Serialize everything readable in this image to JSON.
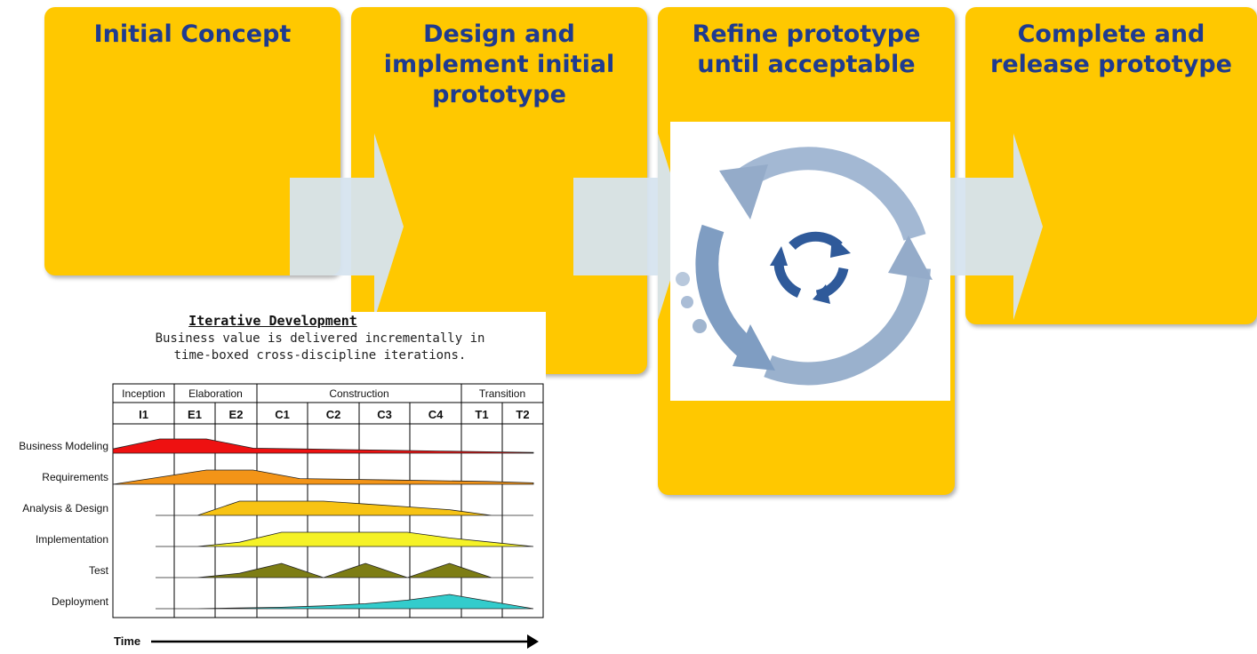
{
  "steps": [
    {
      "title": "Initial Concept"
    },
    {
      "title": "Design and\nimplement initial\nprototype"
    },
    {
      "title": "Refine prototype\nuntil acceptable"
    },
    {
      "title": "Complete and\nrelease prototype"
    }
  ],
  "colors": {
    "card": "#ffc800",
    "title": "#1f3b8f",
    "arrow": "#d6e4ef",
    "cycle_outer": "#8fa7c6",
    "cycle_inner": "#2f5a9a"
  },
  "iterative": {
    "title": "Iterative Development",
    "subtitle": "Business value is delivered incrementally in\ntime-boxed cross-discipline iterations.",
    "phases": [
      "Inception",
      "Elaboration",
      "Construction",
      "Transition"
    ],
    "iterations": [
      "I1",
      "E1",
      "E2",
      "C1",
      "C2",
      "C3",
      "C4",
      "T1",
      "T2"
    ],
    "disciplines": [
      {
        "name": "Business Modeling",
        "color": "#ee1111",
        "levels": [
          0.3,
          1.0,
          1.0,
          0.35,
          0.3,
          0.25,
          0.2,
          0.15,
          0.1,
          0.05
        ]
      },
      {
        "name": "Requirements",
        "color": "#f39417",
        "levels": [
          0.0,
          0.5,
          1.0,
          1.0,
          0.4,
          0.35,
          0.3,
          0.25,
          0.2,
          0.1
        ]
      },
      {
        "name": "Analysis & Design",
        "color": "#f7c314",
        "levels": [
          0.0,
          0.0,
          1.0,
          1.0,
          1.0,
          0.8,
          0.6,
          0.4,
          0.0,
          0.0
        ]
      },
      {
        "name": "Implementation",
        "color": "#f5f227",
        "levels": [
          0.0,
          0.0,
          0.3,
          1.0,
          1.0,
          1.0,
          1.0,
          0.6,
          0.3,
          0.0
        ]
      },
      {
        "name": "Test",
        "color": "#7d7d14",
        "levels": [
          0.0,
          0.0,
          0.3,
          1.0,
          0.0,
          1.0,
          0.0,
          1.0,
          0.0,
          0.0
        ]
      },
      {
        "name": "Deployment",
        "color": "#33cccc",
        "levels": [
          0.0,
          0.0,
          0.05,
          0.1,
          0.2,
          0.35,
          0.6,
          1.0,
          0.5,
          0.0
        ]
      }
    ],
    "time_label": "Time"
  }
}
